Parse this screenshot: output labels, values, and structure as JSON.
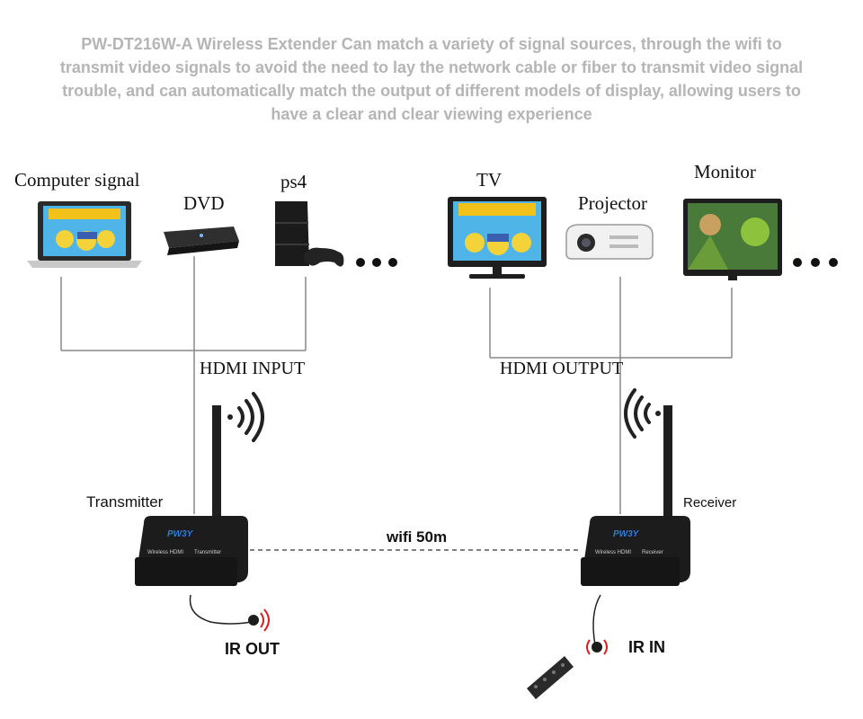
{
  "intro": "PW-DT216W-A Wireless Extender Can match a variety of signal sources, through the wifi to transmit video signals to avoid the need to lay the network cable or fiber to transmit video signal trouble, and can automatically match the output of different models of display, allowing users to have a clear and clear viewing experience",
  "sources": {
    "computer": "Computer signal",
    "dvd": "DVD",
    "ps4": "ps4"
  },
  "displays": {
    "tv": "TV",
    "projector": "Projector",
    "monitor": "Monitor"
  },
  "ports": {
    "input": "HDMI INPUT",
    "output": "HDMI OUTPUT"
  },
  "devices": {
    "transmitter": "Transmitter",
    "receiver": "Receiver",
    "brand": "PW3Y",
    "transmitter_panel": "Wireless HDMI",
    "transmitter_tag": "Transmitter",
    "receiver_panel": "Wireless HDMI",
    "receiver_tag": "Receiver"
  },
  "link": {
    "range": "wifi 50m"
  },
  "ir": {
    "out": "IR OUT",
    "in": "IR IN"
  },
  "colors": {
    "intro_text": "#b5b5b5",
    "device_body": "#1c1c1c",
    "brand_blue": "#2e7bd6",
    "ir_red": "#d42020"
  }
}
